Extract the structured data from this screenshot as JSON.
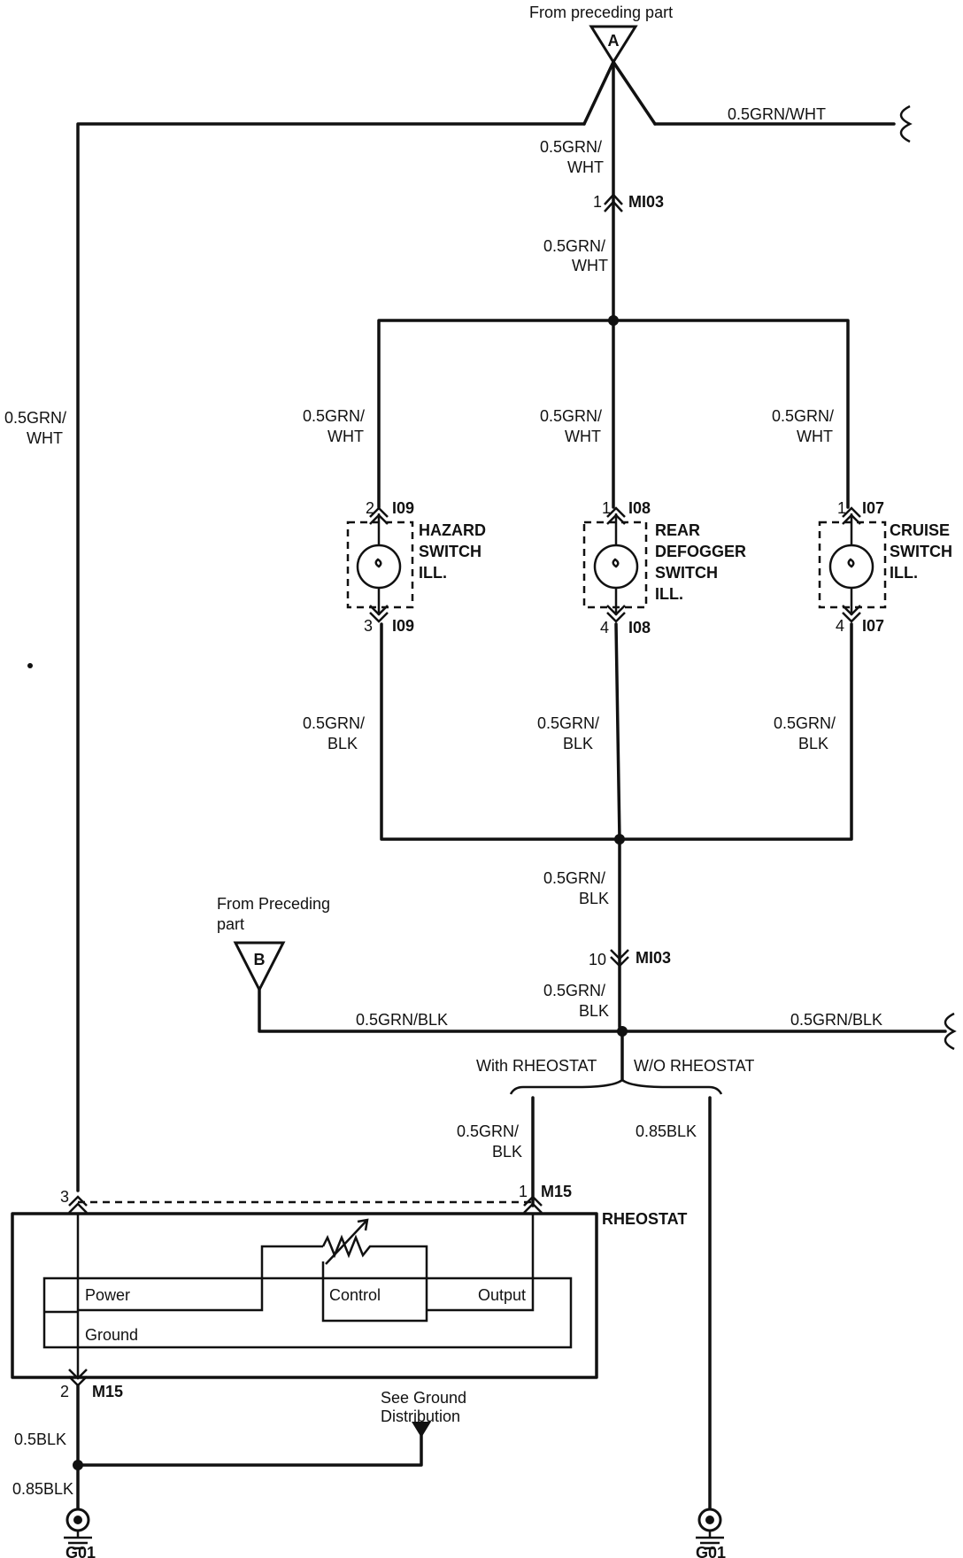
{
  "top": {
    "from_label": "From preceding part",
    "connector_a": "A",
    "branch_wire_right": "0.5GRN/WHT"
  },
  "wires": {
    "left_main": [
      "0.5GRN/",
      "WHT"
    ],
    "center_top_1": [
      "0.5GRN/",
      "WHT"
    ],
    "center_top_2": [
      "0.5GRN/",
      "WHT"
    ],
    "hazard_in": [
      "0.5GRN/",
      "WHT"
    ],
    "defogger_in": [
      "0.5GRN/",
      "WHT"
    ],
    "cruise_in": [
      "0.5GRN/",
      "WHT"
    ],
    "hazard_out": [
      "0.5GRN/",
      "BLK"
    ],
    "defogger_out": [
      "0.5GRN/",
      "BLK"
    ],
    "cruise_out": [
      "0.5GRN/",
      "BLK"
    ],
    "center_bottom_1": [
      "0.5GRN/",
      "BLK"
    ],
    "center_bottom_2": [
      "0.5GRN/",
      "BLK"
    ],
    "b_branch": "0.5GRN/BLK",
    "right_branch_bottom": "0.5GRN/BLK",
    "with_rheostat_wire": [
      "0.5GRN/",
      "BLK"
    ],
    "wo_rheostat_wire": "0.85BLK",
    "ground_1": "0.5BLK",
    "ground_2": "0.85BLK"
  },
  "connectors": {
    "mi03_top": {
      "pin": "1",
      "name": "MI03"
    },
    "mi03_bottom": {
      "pin": "10",
      "name": "MI03"
    },
    "i09_top": {
      "pin": "2",
      "name": "I09"
    },
    "i09_bottom": {
      "pin": "3",
      "name": "I09"
    },
    "i08_top": {
      "pin": "1",
      "name": "I08"
    },
    "i08_bottom": {
      "pin": "4",
      "name": "I08"
    },
    "i07_top": {
      "pin": "1",
      "name": "I07"
    },
    "i07_bottom": {
      "pin": "4",
      "name": "I07"
    },
    "m15_pin3": {
      "pin": "3"
    },
    "m15_pin1": {
      "pin": "1",
      "name": "M15"
    },
    "m15_pin2": {
      "pin": "2",
      "name": "M15"
    }
  },
  "components": {
    "hazard": [
      "HAZARD",
      "SWITCH",
      "ILL."
    ],
    "defogger": [
      "REAR",
      "DEFOGGER",
      "SWITCH",
      "ILL."
    ],
    "cruise": [
      "CRUISE",
      "SWITCH",
      "ILL."
    ],
    "rheostat": {
      "name": "RHEOSTAT",
      "power": "Power",
      "control": "Control",
      "output": "Output",
      "ground": "Ground"
    }
  },
  "branch_b": {
    "from_label": [
      "From Preceding",
      "part"
    ],
    "connector_b": "B"
  },
  "options": {
    "with": "With RHEOSTAT",
    "without": "W/O RHEOSTAT"
  },
  "ground": {
    "see_ground": [
      "See Ground",
      "Distribution"
    ],
    "g01_left": "G01",
    "g01_right": "G01"
  }
}
